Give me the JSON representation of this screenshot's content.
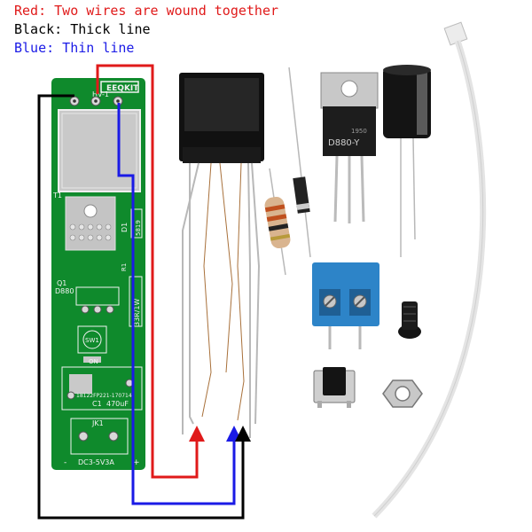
{
  "legend": {
    "red": "Red: Two wires are wound together",
    "black": "Black: Thick line",
    "blue": "Blue: Thin line"
  },
  "colors": {
    "red": "#e01a1a",
    "black": "#000000",
    "blue": "#1a1ae6",
    "pcb": "#0f8a2c"
  },
  "pcb": {
    "brand": "EEQKIT",
    "hv_label": "HV-1",
    "t1": "T1",
    "d1": "D1",
    "d1_part": "5819",
    "q1": "Q1",
    "q1_part": "D880",
    "r1": "R1",
    "r1_value": "33R/1W",
    "sw1": "SW1",
    "on": "ON",
    "code": "18122FP221-170714",
    "c1": "C1",
    "c1_value": "470uF",
    "jk1": "JK1",
    "dc": "DC3-5V3A",
    "minus": "-",
    "plus": "+"
  },
  "transistor": {
    "part": "D880-Y",
    "code": "1950"
  }
}
